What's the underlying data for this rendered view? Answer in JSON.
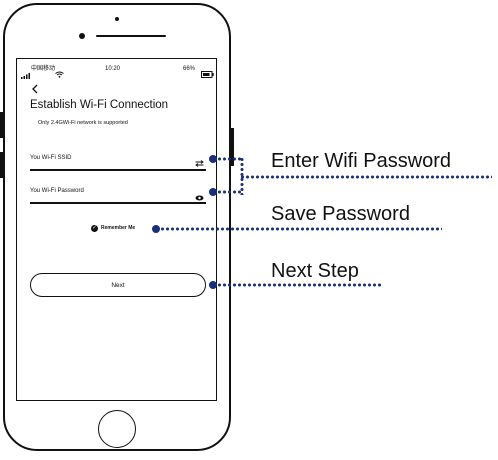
{
  "status_bar": {
    "carrier": "中国移动",
    "time": "10:20",
    "battery": "66%"
  },
  "app": {
    "back_icon": "back-arrow-icon",
    "title": "Establish Wi-Fi Connection",
    "subtitle": "Only 2.4GWi-Fi network is supported",
    "ssid_label": "You Wi-Fi SSID",
    "ssid_icon": "switch-network-icon",
    "password_label": "You Wi-Fi Password",
    "password_icon": "show-password-eye-icon",
    "remember_label": "Remember Me",
    "next_label": "Next"
  },
  "callouts": {
    "password": "Enter Wifi Password",
    "save": "Save Password",
    "next": "Next Step"
  },
  "colors": {
    "callout_line": "#1a2f7a",
    "outline": "#111111"
  }
}
